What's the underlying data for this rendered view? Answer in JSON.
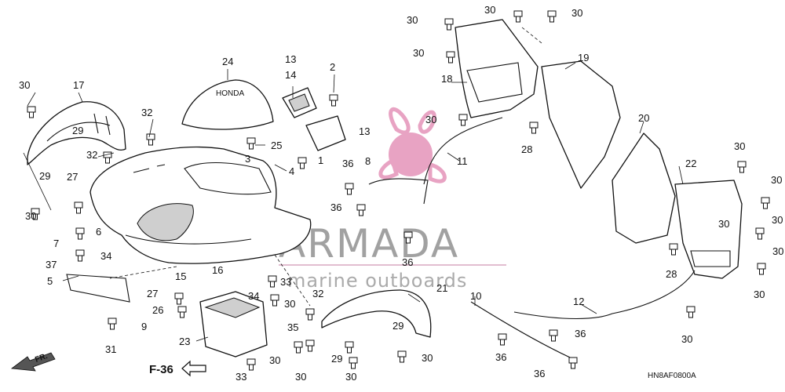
{
  "callouts": [
    {
      "id": "c30a",
      "text": "30"
    },
    {
      "id": "c17",
      "text": "17"
    },
    {
      "id": "c29a",
      "text": "29"
    },
    {
      "id": "c32a",
      "text": "32"
    },
    {
      "id": "c32b",
      "text": "32"
    },
    {
      "id": "c29b",
      "text": "29"
    },
    {
      "id": "c27a",
      "text": "27"
    },
    {
      "id": "c30b",
      "text": "30"
    },
    {
      "id": "c7",
      "text": "7"
    },
    {
      "id": "c6",
      "text": "6"
    },
    {
      "id": "c37",
      "text": "37"
    },
    {
      "id": "c34a",
      "text": "34"
    },
    {
      "id": "c5",
      "text": "5"
    },
    {
      "id": "c31",
      "text": "31"
    },
    {
      "id": "c24",
      "text": "24"
    },
    {
      "id": "c13a",
      "text": "13"
    },
    {
      "id": "c14",
      "text": "14"
    },
    {
      "id": "c2",
      "text": "2"
    },
    {
      "id": "c13b",
      "text": "13"
    },
    {
      "id": "c25",
      "text": "25"
    },
    {
      "id": "c1",
      "text": "1"
    },
    {
      "id": "c3",
      "text": "3"
    },
    {
      "id": "c4",
      "text": "4"
    },
    {
      "id": "c15",
      "text": "15"
    },
    {
      "id": "c16",
      "text": "16"
    },
    {
      "id": "c27b",
      "text": "27"
    },
    {
      "id": "c26",
      "text": "26"
    },
    {
      "id": "c9",
      "text": "9"
    },
    {
      "id": "c23",
      "text": "23"
    },
    {
      "id": "c34b",
      "text": "34"
    },
    {
      "id": "c33a",
      "text": "33"
    },
    {
      "id": "c30c",
      "text": "30"
    },
    {
      "id": "c32c",
      "text": "32"
    },
    {
      "id": "c35",
      "text": "35"
    },
    {
      "id": "c30d",
      "text": "30"
    },
    {
      "id": "c30e",
      "text": "30"
    },
    {
      "id": "c33b",
      "text": "33"
    },
    {
      "id": "c30f",
      "text": "30"
    },
    {
      "id": "c29c",
      "text": "29"
    },
    {
      "id": "c30g",
      "text": "30"
    },
    {
      "id": "c21",
      "text": "21"
    },
    {
      "id": "c29d",
      "text": "29"
    },
    {
      "id": "c30h",
      "text": "30"
    },
    {
      "id": "c36a",
      "text": "36"
    },
    {
      "id": "c8",
      "text": "8"
    },
    {
      "id": "c36b",
      "text": "36"
    },
    {
      "id": "c36c",
      "text": "36"
    },
    {
      "id": "c11",
      "text": "11"
    },
    {
      "id": "c30i",
      "text": "30"
    },
    {
      "id": "c30j",
      "text": "30"
    },
    {
      "id": "c30k",
      "text": "30"
    },
    {
      "id": "c30l",
      "text": "30"
    },
    {
      "id": "c18",
      "text": "18"
    },
    {
      "id": "c30m",
      "text": "30"
    },
    {
      "id": "c19",
      "text": "19"
    },
    {
      "id": "c28a",
      "text": "28"
    },
    {
      "id": "c20",
      "text": "20"
    },
    {
      "id": "c22",
      "text": "22"
    },
    {
      "id": "c30n",
      "text": "30"
    },
    {
      "id": "c30o",
      "text": "30"
    },
    {
      "id": "c30p",
      "text": "30"
    },
    {
      "id": "c30q",
      "text": "30"
    },
    {
      "id": "c28b",
      "text": "28"
    },
    {
      "id": "c30r",
      "text": "30"
    },
    {
      "id": "c10",
      "text": "10"
    },
    {
      "id": "c12",
      "text": "12"
    },
    {
      "id": "c36d",
      "text": "36"
    },
    {
      "id": "c36e",
      "text": "36"
    },
    {
      "id": "c36f",
      "text": "36"
    },
    {
      "id": "c30s",
      "text": "30"
    }
  ],
  "watermark": {
    "brand": "ARMADA",
    "tagline": "marine outboards",
    "logo_color": "#e8a3c3"
  },
  "ref": {
    "section_link": "F-36",
    "front_mark": "FR.",
    "drawing_code": "HN8AF0800A"
  },
  "emblem_text": "HONDA"
}
